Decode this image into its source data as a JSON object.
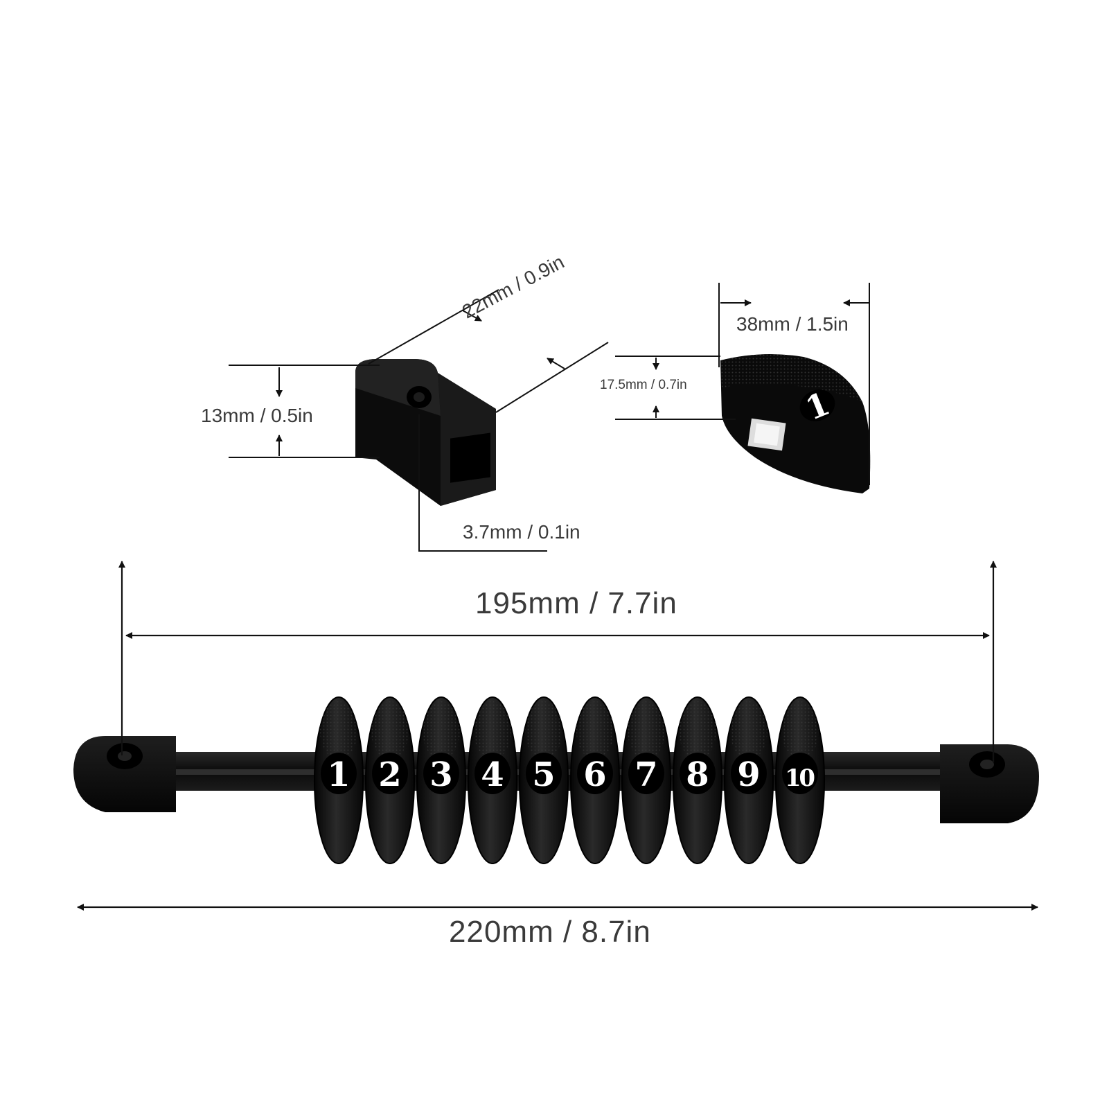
{
  "dimensions": {
    "small_end_width": "22mm / 0.9in",
    "small_end_height": "13mm / 0.5in",
    "small_end_hole": "3.7mm / 0.1in",
    "bead_length": "38mm / 1.5in",
    "bead_height": "17.5mm / 0.7in",
    "inner_length": "195mm / 7.7in",
    "total_length": "220mm / 8.7in"
  },
  "bead_numbers": [
    "1",
    "2",
    "3",
    "4",
    "5",
    "6",
    "7",
    "8",
    "9",
    "10"
  ],
  "single_bead_number": "1",
  "colors": {
    "part": "#0d0d0d",
    "line": "#111111",
    "text": "#3a3a3a",
    "background": "#ffffff",
    "numeral": "#ffffff"
  }
}
